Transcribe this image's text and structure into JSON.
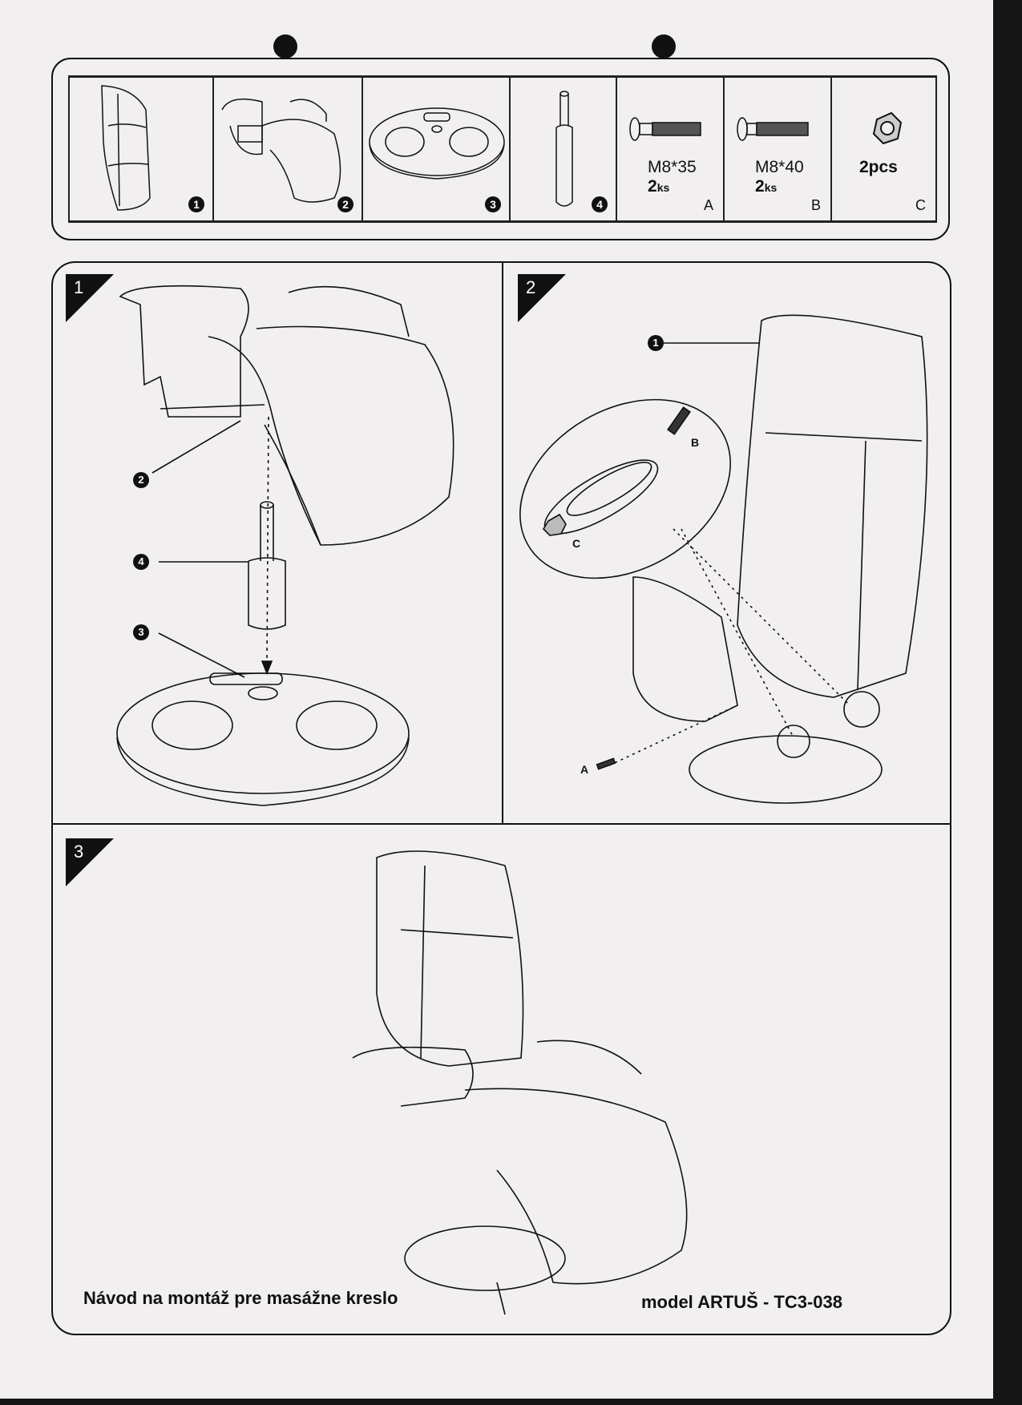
{
  "parts": [
    {
      "id": "1",
      "name": "backrest"
    },
    {
      "id": "2",
      "name": "seat-with-armrests"
    },
    {
      "id": "3",
      "name": "base"
    },
    {
      "id": "4",
      "name": "gas-lift"
    },
    {
      "id": "A",
      "spec": "M8*35",
      "qty": "2",
      "unit": "ks"
    },
    {
      "id": "B",
      "spec": "M8*40",
      "qty": "2",
      "unit": "ks"
    },
    {
      "id": "C",
      "qty_text": "2pcs"
    }
  ],
  "steps": [
    {
      "number": "1",
      "callouts": [
        "2",
        "4",
        "3"
      ]
    },
    {
      "number": "2",
      "callouts": [
        "1"
      ],
      "labels": [
        "B",
        "C",
        "A"
      ]
    },
    {
      "number": "3"
    }
  ],
  "footer": {
    "title": "Návod na montáž pre masážne kreslo",
    "model": "model ARTUŠ - TC3-038"
  }
}
